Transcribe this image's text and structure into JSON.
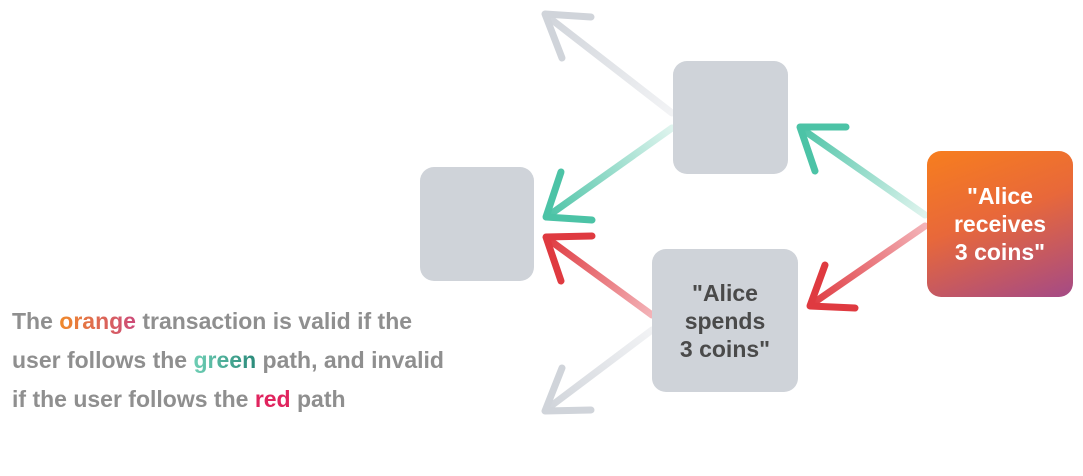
{
  "nodes": {
    "alice_receives": {
      "label": "\"Alice\nreceives\n3 coins\""
    },
    "alice_spends": {
      "label": "\"Alice\nspends\n3 coins\""
    }
  },
  "caption": {
    "part1": "The ",
    "orange_word": "orange",
    "part2": " transaction is valid if the user follows the ",
    "green_word": "green",
    "part3": " path, and invalid if the user follows the ",
    "red_word": "red",
    "part4": " path"
  },
  "colors": {
    "green": "#4cc3a6",
    "red": "#df3a40",
    "gray": "#d4d7dc",
    "orange_start": "#f77e1e",
    "orange_end": "#a44a86"
  }
}
